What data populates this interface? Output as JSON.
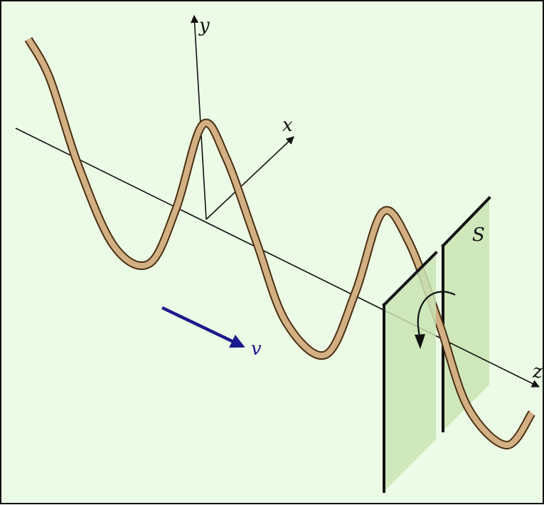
{
  "labels": {
    "y_axis": "y",
    "x_axis": "x",
    "z_axis": "z",
    "velocity": "v",
    "surface": "S"
  },
  "colors": {
    "background": "#ecfbe5",
    "rope_fill": "#d2b084",
    "rope_outline": "#4a2f12",
    "plate": "#c9e3b4",
    "velocity_arrow": "#1a1a8c",
    "axes": "#111111"
  },
  "icons": {
    "rotation": "curved-arrow-icon"
  }
}
